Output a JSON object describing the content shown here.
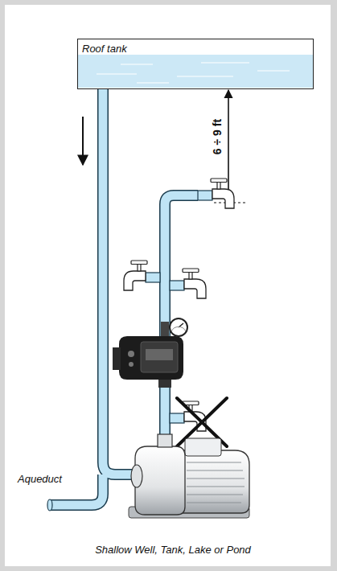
{
  "diagram": {
    "caption": "Shallow Well, Tank, Lake or Pond",
    "nodes": [
      {
        "text": [
          "Roof tank"
        ]
      }
    ],
    "labels": [
      "6 ÷ 9 ft",
      "Aqueduct"
    ]
  }
}
